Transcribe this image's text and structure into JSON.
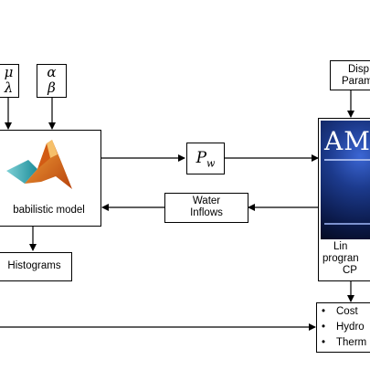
{
  "input_box_1": {
    "top_symbol": "μ",
    "bottom_symbol": "λ"
  },
  "input_box_2": {
    "top_symbol": "α",
    "bottom_symbol": "β"
  },
  "prob_model": {
    "label": "babilistic model"
  },
  "histograms": {
    "label": "Histograms"
  },
  "pw_box": {
    "label": "P",
    "subscript": "w"
  },
  "water_inflows": {
    "line1": "Water",
    "line2": "Inflows"
  },
  "dispatch_params": {
    "line1": "Disp",
    "line2": "Param"
  },
  "ampl": {
    "cover_text": "AM",
    "line1": "Lin",
    "line2": "progran",
    "line3": "CP"
  },
  "outputs": {
    "items": [
      "Cost",
      "Hydro",
      "Therm"
    ]
  },
  "colors": {
    "cover_dark": "#0b1a4a",
    "cover_mid": "#1c3a8c",
    "matlab_orange": "#e2731c",
    "matlab_teal": "#2aa6a6"
  }
}
